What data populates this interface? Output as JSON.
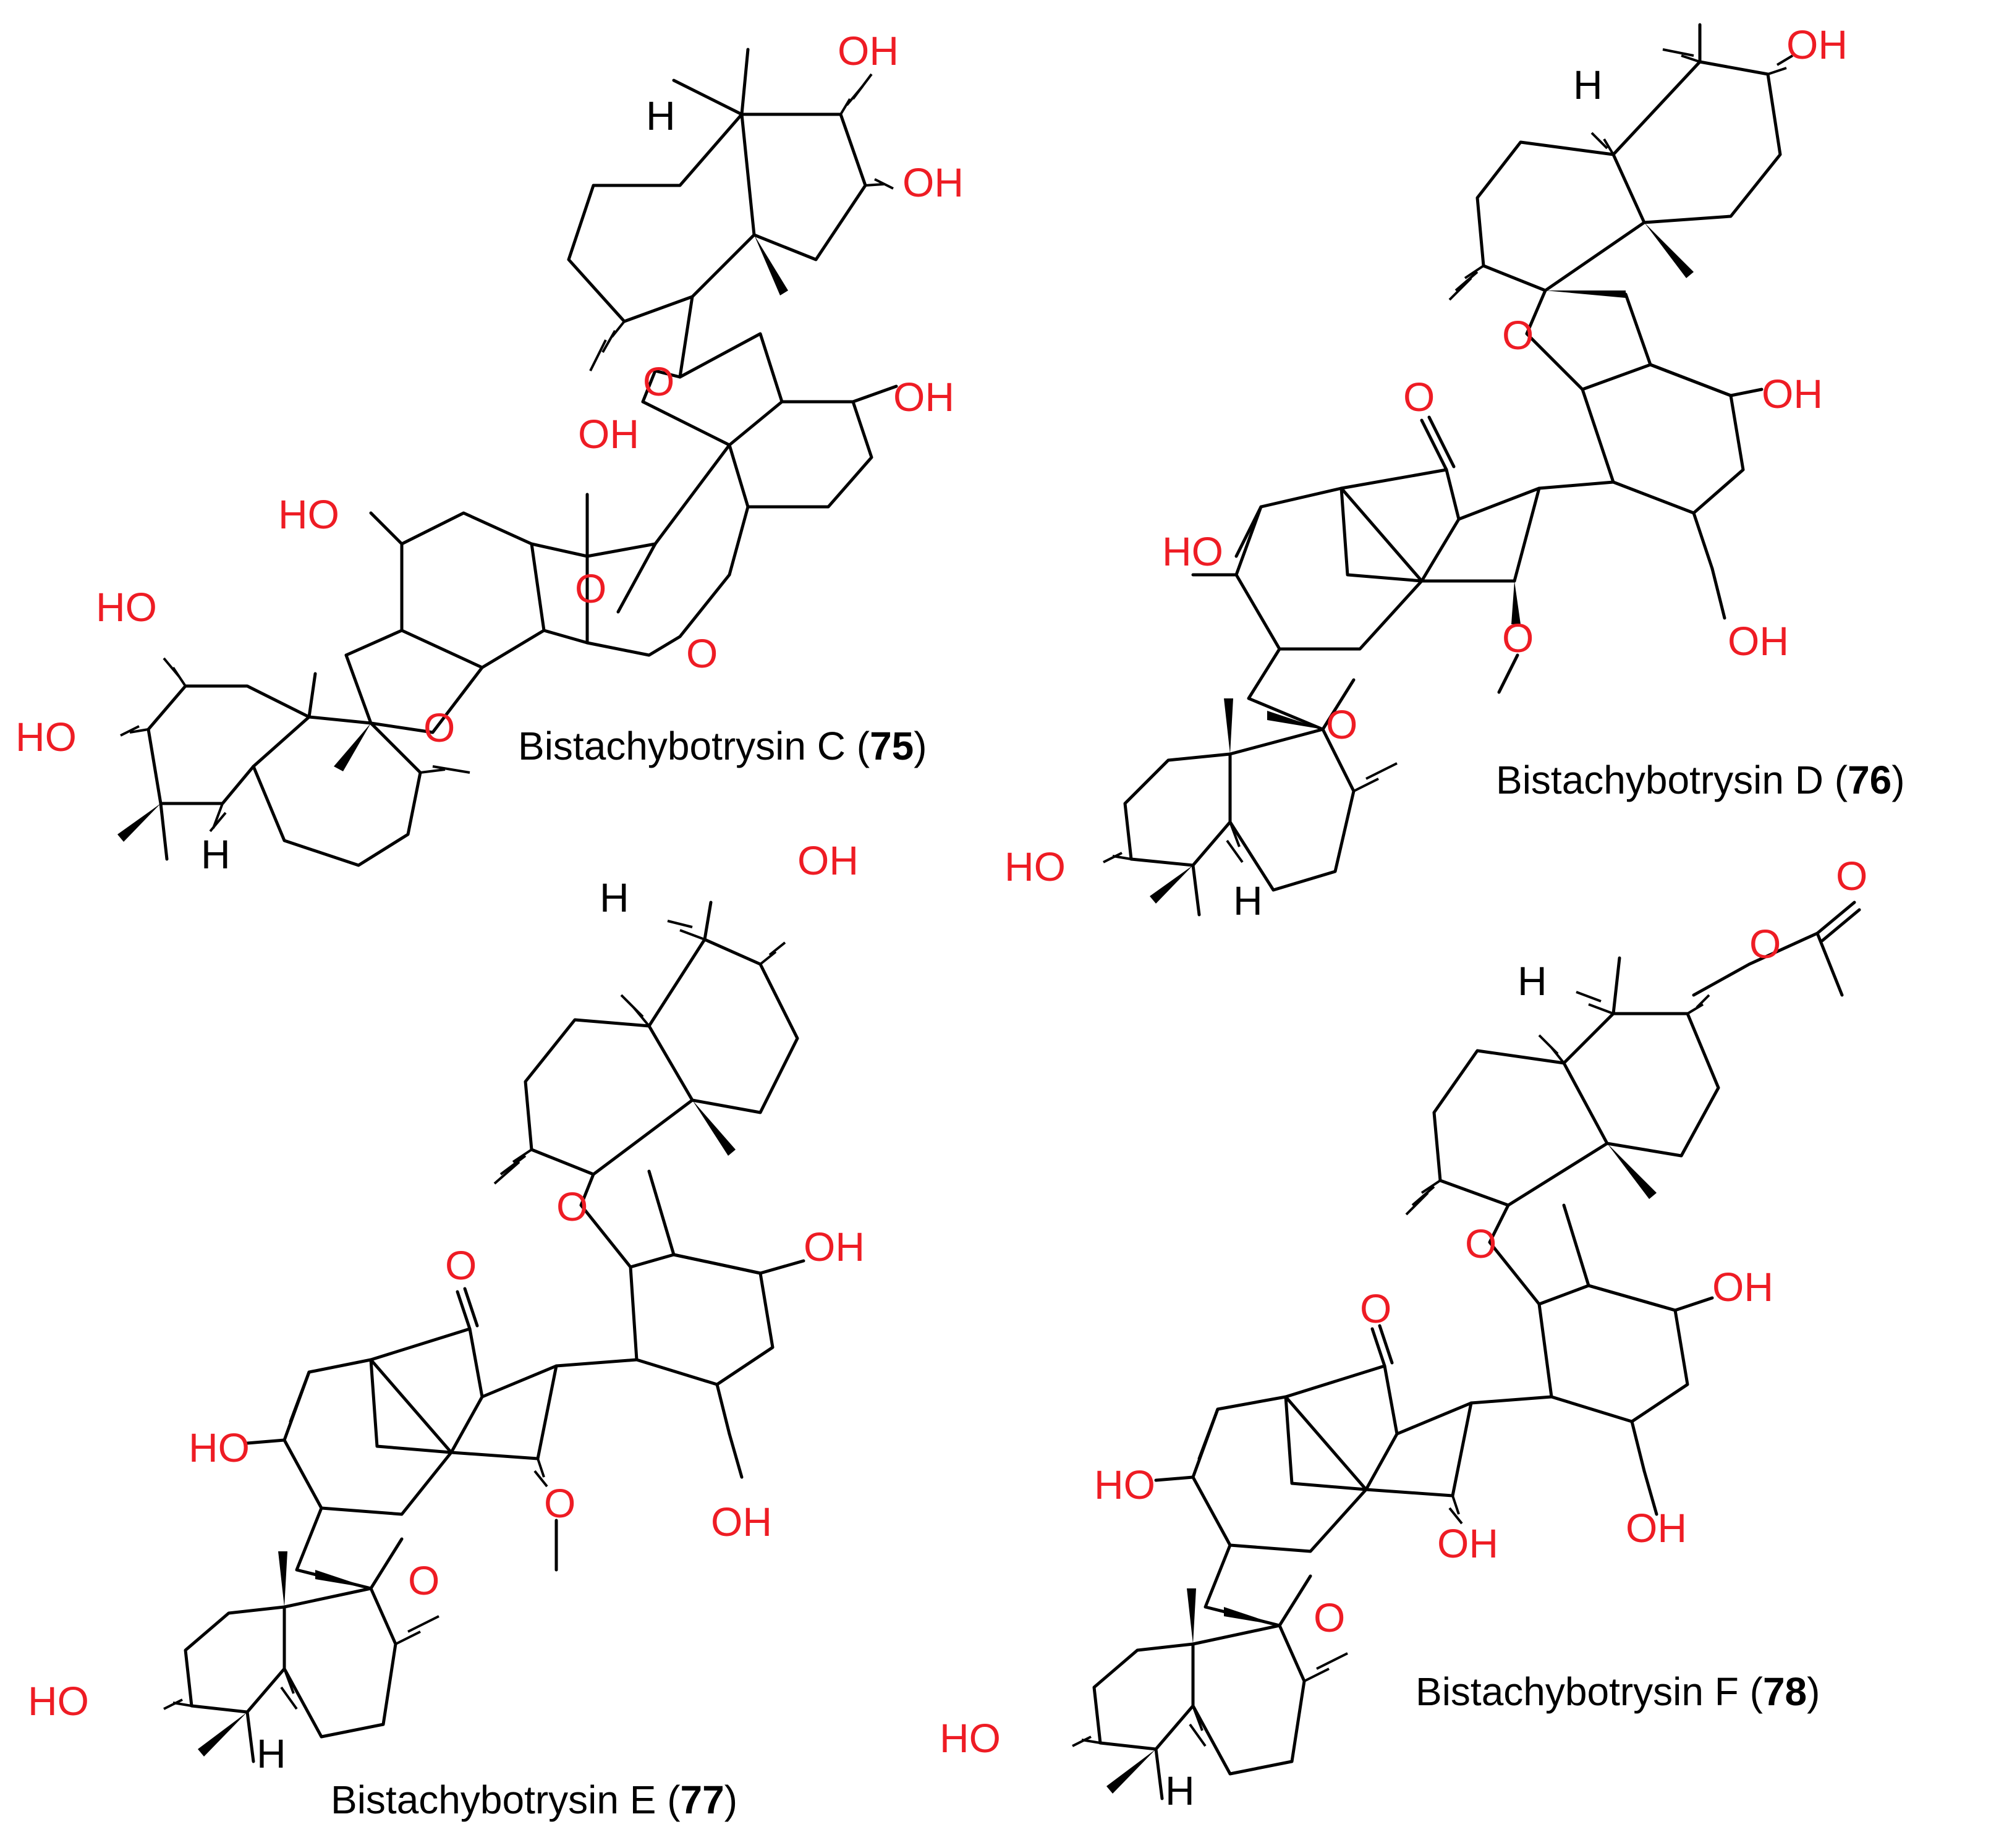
{
  "compounds": [
    {
      "name": "Bistachybotrysin C",
      "number": "75"
    },
    {
      "name": "Bistachybotrysin D",
      "number": "76"
    },
    {
      "name": "Bistachybotrysin E",
      "number": "77"
    },
    {
      "name": "Bistachybotrysin F",
      "number": "78"
    }
  ],
  "atom_labels": {
    "hydroxyl": "OH",
    "hydroxyl_left": "HO",
    "oxygen": "O",
    "hydrogen": "H"
  },
  "colors": {
    "heteroatom": "#ee1c24",
    "bond": "#000000"
  }
}
